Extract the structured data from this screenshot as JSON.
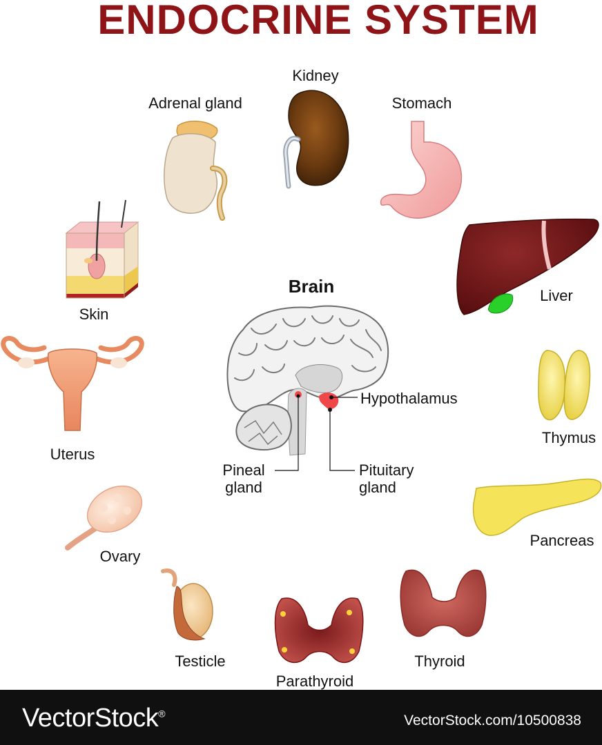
{
  "title": "ENDOCRINE SYSTEM",
  "center": {
    "title": "Brain",
    "labels": {
      "hypothalamus": "Hypothalamus",
      "pineal_line1": "Pineal",
      "pineal_line2": "gland",
      "pituitary_line1": "Pituitary",
      "pituitary_line2": "gland"
    }
  },
  "organs": {
    "kidney": "Kidney",
    "adrenal": "Adrenal gland",
    "stomach": "Stomach",
    "skin": "Skin",
    "liver": "Liver",
    "uterus": "Uterus",
    "thymus": "Thymus",
    "ovary": "Ovary",
    "pancreas": "Pancreas",
    "testicle": "Testicle",
    "parathyroid": "Parathyroid",
    "thyroid": "Thyroid"
  },
  "watermark": {
    "brand": "VectorStock",
    "trademark": "®",
    "id": "VectorStock.com/10500838"
  },
  "colors": {
    "title": "#8e1418",
    "footer": "#101010"
  }
}
